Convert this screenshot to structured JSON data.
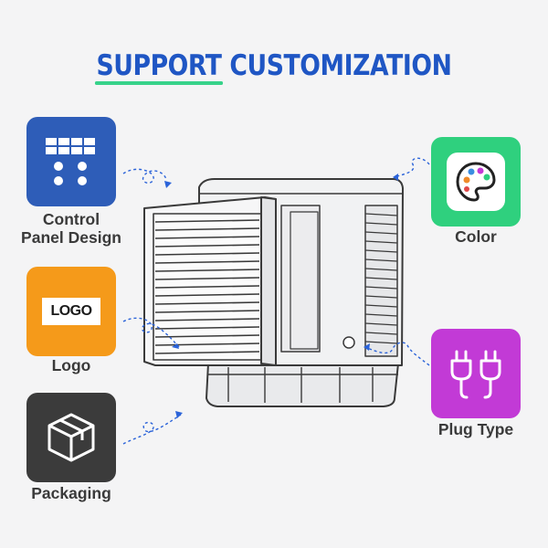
{
  "title": {
    "part1": "SUPPORT",
    "part2": "CUSTOMIZATION"
  },
  "features": {
    "control_panel": {
      "label_line1": "Control",
      "label_line2": "Panel Design",
      "color": "#2e5db8",
      "icon": "control-panel-grid-icon"
    },
    "logo": {
      "label": "Logo",
      "badge_text": "LOGO",
      "color": "#f59a1a",
      "icon": "logo-badge-icon"
    },
    "packaging": {
      "label": "Packaging",
      "color": "#3b3b3b",
      "icon": "box-icon"
    },
    "color": {
      "label": "Color",
      "color": "#2fd07e",
      "icon": "palette-icon"
    },
    "plug_type": {
      "label": "Plug Type",
      "color": "#c23ad6",
      "icon": "plug-icon"
    }
  },
  "accent_color": "#1f56c4",
  "underline_color": "#37d28a"
}
